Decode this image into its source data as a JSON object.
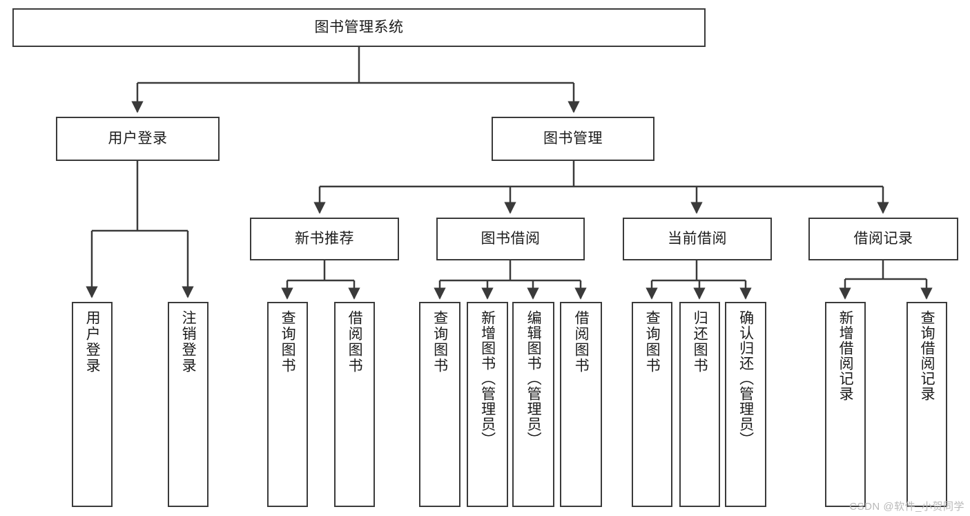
{
  "diagram": {
    "title": "图书管理系统",
    "type": "tree",
    "watermark": "CSDN @软件_小贺同学",
    "colors": {
      "stroke": "#3a3a3a",
      "fill": "#ffffff",
      "text": "#1b1b1b",
      "watermark": "#b9b9b9"
    },
    "nodes": {
      "root": "图书管理系统",
      "level2": [
        "用户登录",
        "图书管理"
      ],
      "level3": [
        "新书推荐",
        "图书借阅",
        "当前借阅",
        "借阅记录"
      ],
      "leaves": {
        "user_login": [
          "用户登录",
          "注销登录"
        ],
        "new_book_recommend": [
          "查询图书",
          "借阅图书"
        ],
        "book_borrow": [
          "查询图书",
          "新增图书（管理员）",
          "编辑图书（管理员）",
          "借阅图书"
        ],
        "current_borrow": [
          "查询图书",
          "归还图书",
          "确认归还（管理员）"
        ],
        "borrow_record": [
          "新增借阅记录",
          "查询借阅记录"
        ]
      }
    },
    "edges": [
      {
        "from": "图书管理系统",
        "to": "用户登录"
      },
      {
        "from": "图书管理系统",
        "to": "图书管理"
      },
      {
        "from": "图书管理",
        "to": "新书推荐"
      },
      {
        "from": "图书管理",
        "to": "图书借阅"
      },
      {
        "from": "图书管理",
        "to": "当前借阅"
      },
      {
        "from": "图书管理",
        "to": "借阅记录"
      },
      {
        "from": "用户登录",
        "to": "用户登录"
      },
      {
        "from": "用户登录",
        "to": "注销登录"
      },
      {
        "from": "新书推荐",
        "to": "查询图书"
      },
      {
        "from": "新书推荐",
        "to": "借阅图书"
      },
      {
        "from": "图书借阅",
        "to": "查询图书"
      },
      {
        "from": "图书借阅",
        "to": "新增图书（管理员）"
      },
      {
        "from": "图书借阅",
        "to": "编辑图书（管理员）"
      },
      {
        "from": "图书借阅",
        "to": "借阅图书"
      },
      {
        "from": "当前借阅",
        "to": "查询图书"
      },
      {
        "from": "当前借阅",
        "to": "归还图书"
      },
      {
        "from": "当前借阅",
        "to": "确认归还（管理员）"
      },
      {
        "from": "借阅记录",
        "to": "新增借阅记录"
      },
      {
        "from": "借阅记录",
        "to": "查询借阅记录"
      }
    ]
  }
}
